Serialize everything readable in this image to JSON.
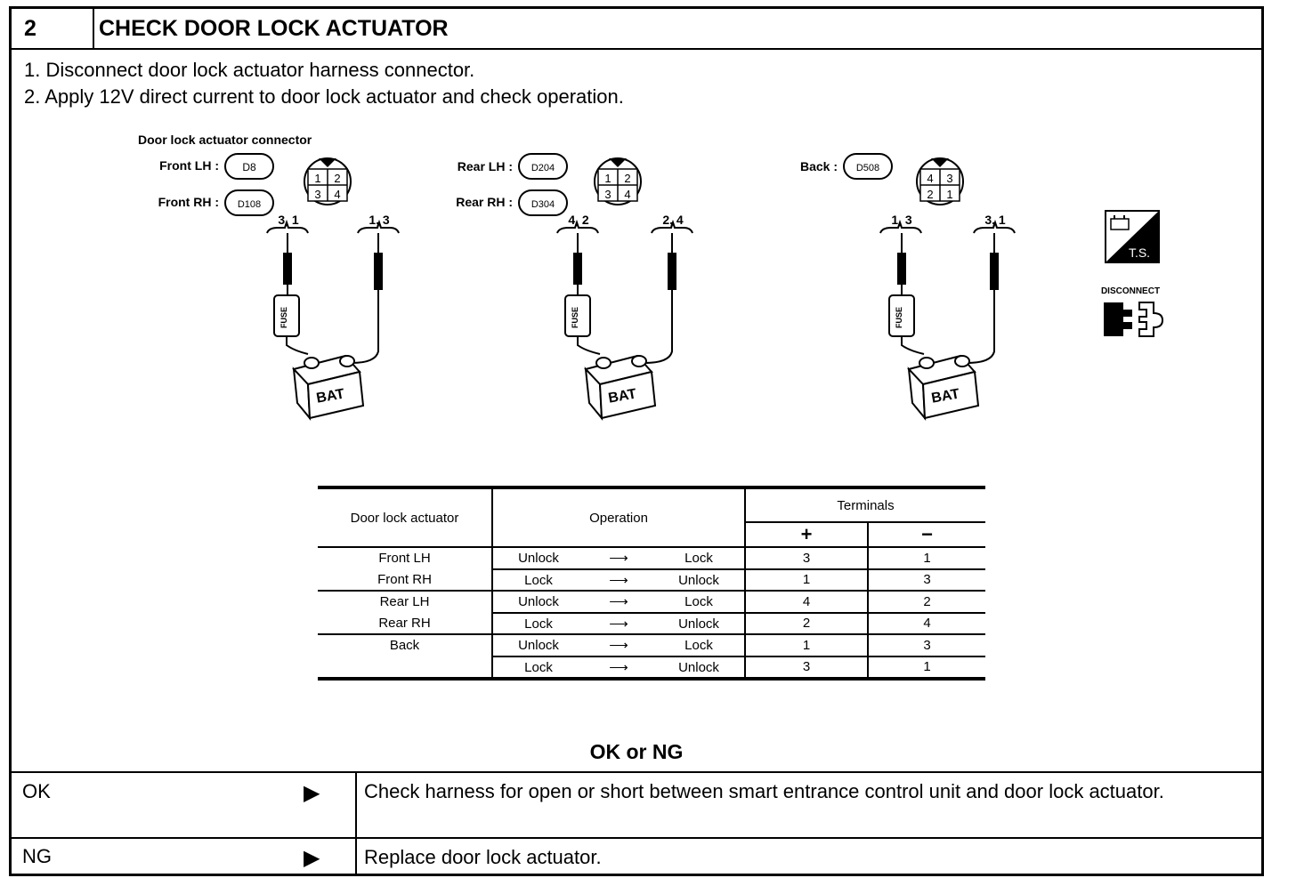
{
  "header": {
    "step_number": "2",
    "title": "CHECK DOOR LOCK ACTUATOR"
  },
  "steps": [
    "1.  Disconnect door lock actuator harness connector.",
    "2.  Apply 12V direct current to door lock actuator and check operation."
  ],
  "diagram": {
    "connector_title": "Door lock actuator connector",
    "groups": [
      {
        "items": [
          {
            "label": "Front LH :",
            "code": "D8"
          },
          {
            "label": "Front RH :",
            "code": "D108"
          }
        ],
        "pins": [
          "1",
          "2",
          "3",
          "4"
        ],
        "left_terms": "3, 1",
        "right_terms": "1, 3"
      },
      {
        "items": [
          {
            "label": "Rear LH :",
            "code": "D204"
          },
          {
            "label": "Rear RH :",
            "code": "D304"
          }
        ],
        "pins": [
          "1",
          "2",
          "3",
          "4"
        ],
        "left_terms": "4, 2",
        "right_terms": "2, 4"
      },
      {
        "items": [
          {
            "label": "Back :",
            "code": "D508"
          }
        ],
        "pins": [
          "4",
          "3",
          "2",
          "1"
        ],
        "left_terms": "1, 3",
        "right_terms": "3, 1"
      }
    ],
    "fuse_label": "FUSE",
    "battery_label": "BAT",
    "icons": {
      "ts_label": "T.S.",
      "disconnect_label": "DISCONNECT"
    }
  },
  "table": {
    "headers": {
      "actuator": "Door lock actuator",
      "operation": "Operation",
      "terminals": "Terminals",
      "plus": "+",
      "minus": "−"
    },
    "rows": [
      {
        "actuator": "Front LH",
        "from": "Unlock",
        "to": "Lock",
        "plus": "3",
        "minus": "1"
      },
      {
        "actuator": "Front RH",
        "from": "Lock",
        "to": "Unlock",
        "plus": "1",
        "minus": "3"
      },
      {
        "actuator": "Rear LH",
        "from": "Unlock",
        "to": "Lock",
        "plus": "4",
        "minus": "2"
      },
      {
        "actuator": "Rear RH",
        "from": "Lock",
        "to": "Unlock",
        "plus": "2",
        "minus": "4"
      },
      {
        "actuator": "Back",
        "from": "Unlock",
        "to": "Lock",
        "plus": "1",
        "minus": "3"
      },
      {
        "actuator": "",
        "from": "Lock",
        "to": "Unlock",
        "plus": "3",
        "minus": "1"
      }
    ]
  },
  "verdict": "OK or NG",
  "results": {
    "ok": {
      "label": "OK",
      "arrow": "▶",
      "text": "Check harness for open or short between smart entrance control unit and door lock actuator."
    },
    "ng": {
      "label": "NG",
      "arrow": "▶",
      "text": "Replace door lock actuator."
    }
  }
}
